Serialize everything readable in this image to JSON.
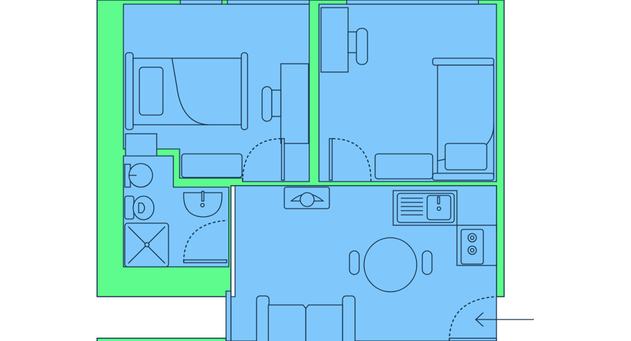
{
  "plan": {
    "colors": {
      "wall": "#5dfc8c",
      "floor": "#80c8fb",
      "line": "#17324d",
      "background": "#ffffff"
    },
    "rooms": [
      "bedroom-1",
      "bedroom-2",
      "bathroom",
      "living-kitchen"
    ],
    "icons": [
      "entrance-arrow-icon"
    ]
  }
}
